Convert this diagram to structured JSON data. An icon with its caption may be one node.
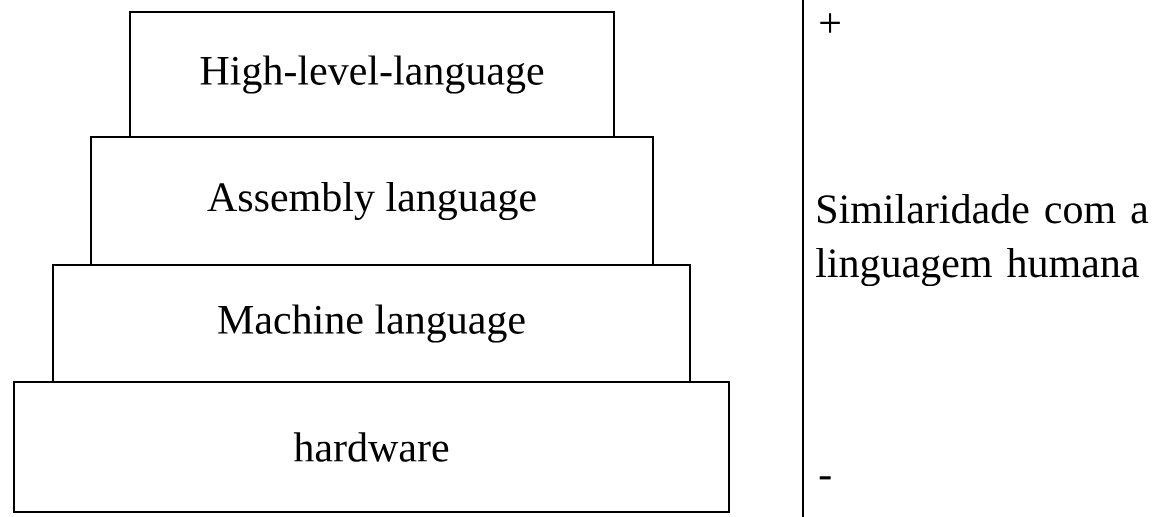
{
  "diagram": {
    "nodes": [
      {
        "text": [
          "High-level-language"
        ]
      },
      {
        "text": [
          "Assembly language"
        ]
      },
      {
        "text": [
          "Machine language"
        ]
      },
      {
        "text": [
          "hardware"
        ]
      }
    ],
    "labels": [
      "+",
      "Similaridade com a linguagem humana",
      "-"
    ]
  }
}
